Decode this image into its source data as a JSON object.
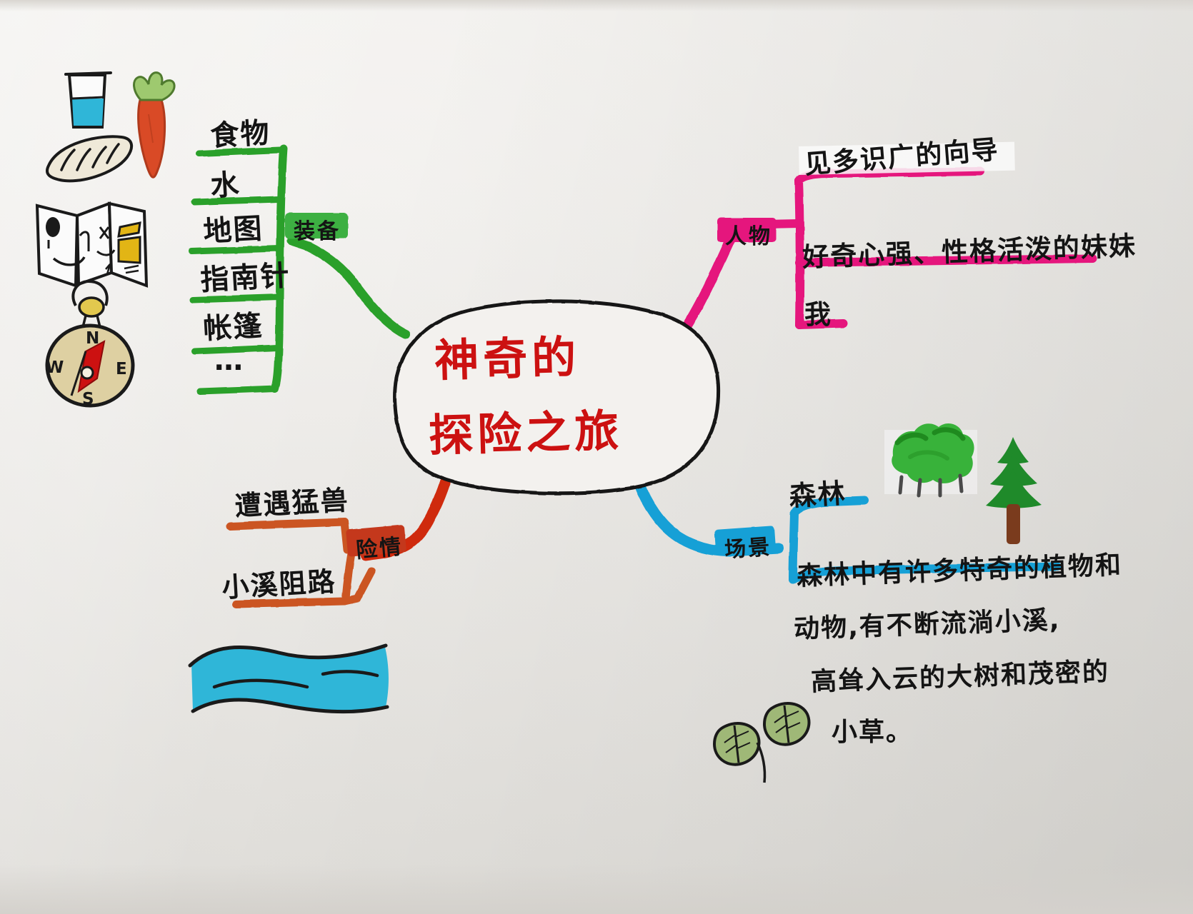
{
  "document": {
    "kind": "hand-drawn-mind-map",
    "medium": "marker on paper",
    "center_title_line1": "神奇的",
    "center_title_line2": "探险之旅",
    "paper_color": "#eceae6"
  },
  "branches": {
    "equipment": {
      "label": "装备",
      "color": "#2aa02a",
      "items": [
        "食物",
        "水",
        "地图",
        "指南针",
        "帐篷",
        "…"
      ]
    },
    "characters": {
      "label": "人物",
      "color": "#e5127d",
      "items": [
        "见多识广的向导",
        "好奇心强、性格活泼的妹妹",
        "我"
      ]
    },
    "danger": {
      "label": "险情",
      "color": "#c4391a",
      "items": [
        "遭遇猛兽",
        "小溪阻路"
      ]
    },
    "scene": {
      "label": "场景",
      "color": "#17a0d6",
      "items": [
        "森林"
      ],
      "description_lines": [
        "森林中有许多特奇的植物和",
        "动物,有不断流淌小溪,",
        "高耸入云的大树和茂密的",
        "小草。"
      ]
    }
  },
  "illustrations": [
    {
      "name": "water-glass",
      "colors": [
        "#2fb6d8",
        "#1a1a1a"
      ]
    },
    {
      "name": "carrot",
      "colors": [
        "#d94a26",
        "#76b149"
      ]
    },
    {
      "name": "bread-baguette",
      "colors": [
        "#efe9d8",
        "#1a1a1a"
      ]
    },
    {
      "name": "folded-map",
      "colors": [
        "#ffffff",
        "#e2b515",
        "#1a1a1a"
      ]
    },
    {
      "name": "compass",
      "colors": [
        "#ded0a2",
        "#cc1111",
        "#1a1a1a"
      ],
      "markings": [
        "N",
        "E",
        "S",
        "W"
      ]
    },
    {
      "name": "stream-water",
      "colors": [
        "#2fb6d8",
        "#1a1a1a"
      ]
    },
    {
      "name": "tree-cluster",
      "colors": [
        "#2aa02a",
        "#1f7a1f"
      ]
    },
    {
      "name": "pine-tree",
      "colors": [
        "#1f8a2a",
        "#7a3b1d"
      ]
    },
    {
      "name": "leaf-pair",
      "colors": [
        "#93b36a",
        "#1a1a1a"
      ]
    }
  ],
  "compass_labels": {
    "n": "N",
    "e": "E",
    "s": "S",
    "w": "W"
  }
}
